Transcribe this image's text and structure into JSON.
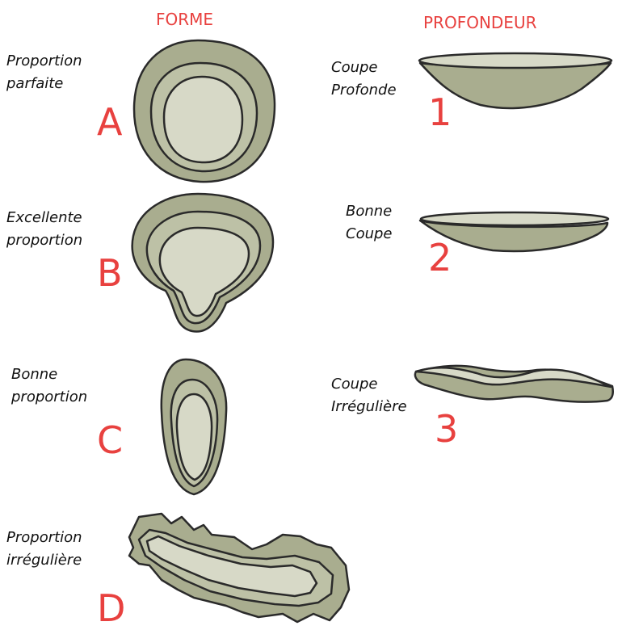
{
  "headers": {
    "forme": "FORME",
    "profondeur": "PROFONDEUR"
  },
  "forme": [
    {
      "letter": "A",
      "line1": "Proportion",
      "line2": "parfaite"
    },
    {
      "letter": "B",
      "line1": "Excellente",
      "line2": "proportion"
    },
    {
      "letter": "C",
      "line1": "Bonne",
      "line2": "proportion"
    },
    {
      "letter": "D",
      "line1": "Proportion",
      "line2": "irrégulière"
    }
  ],
  "profondeur": [
    {
      "number": "1",
      "line1": "Coupe",
      "line2": "Profonde"
    },
    {
      "number": "2",
      "line1": "Bonne",
      "line2": "Coupe"
    },
    {
      "number": "3",
      "line1": "Coupe",
      "line2": "Irrégulière"
    }
  ],
  "colors": {
    "label_red": "#e8413f",
    "shell_outer": "#a9ad8f",
    "shell_mid": "#bdc1a6",
    "shell_inner": "#d7d9c7",
    "outline": "#2a2a2a"
  }
}
